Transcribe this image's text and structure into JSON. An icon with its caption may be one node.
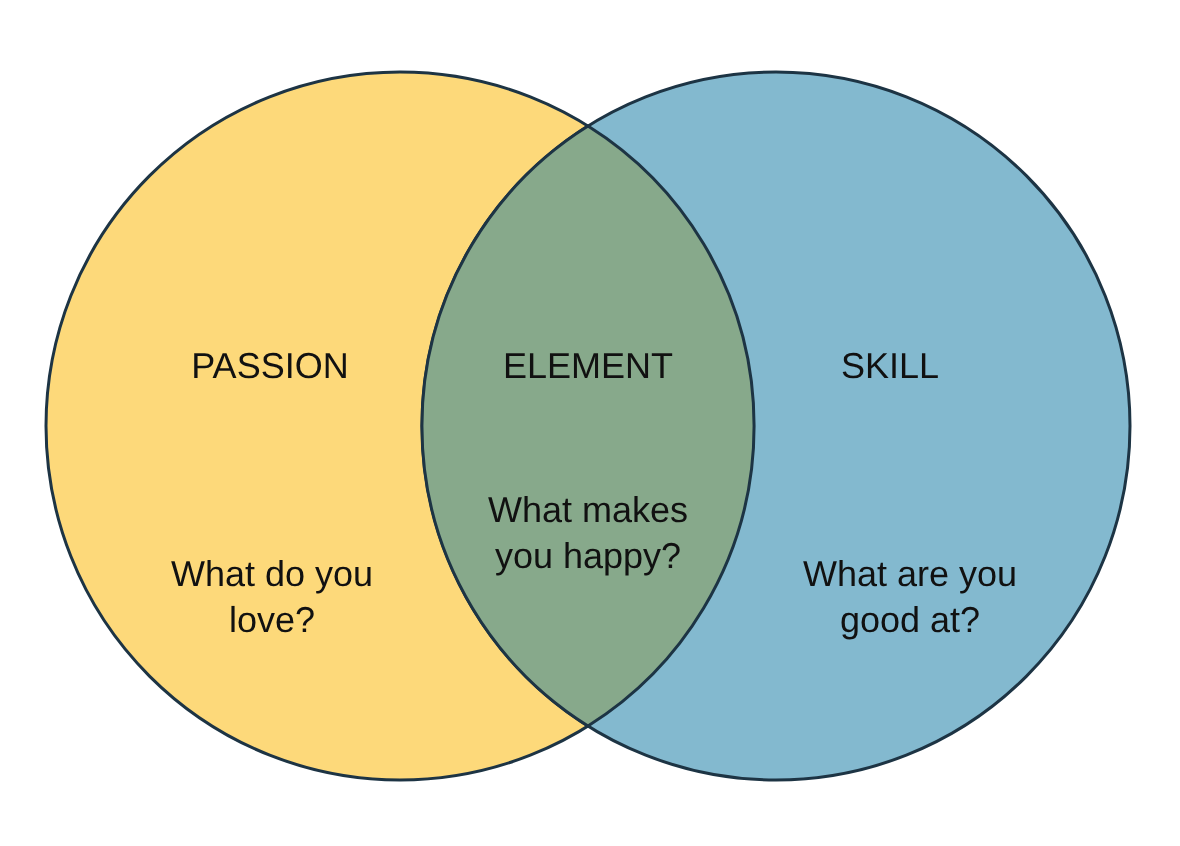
{
  "diagram": {
    "nodes": [
      {
        "text": [
          "PASSION",
          "What do you love?"
        ]
      },
      {
        "text": [
          "ELEMENT",
          "What makes you happy?"
        ]
      },
      {
        "text": [
          "SKILL",
          "What are you good at?"
        ]
      }
    ]
  }
}
